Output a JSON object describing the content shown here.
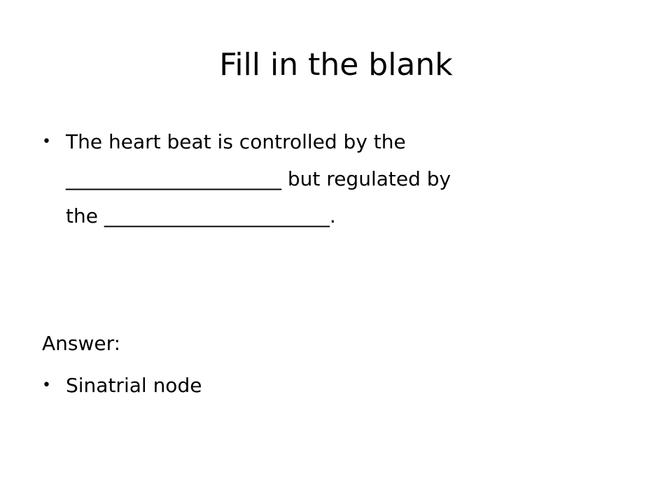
{
  "slide": {
    "title": "Fill in the blank",
    "question": {
      "line1": "The heart beat is controlled by the",
      "line2": "______________________ but regulated by",
      "line3": "the _______________________."
    },
    "answer_label": "Answer:",
    "answers": [
      "Sinatrial node"
    ]
  }
}
